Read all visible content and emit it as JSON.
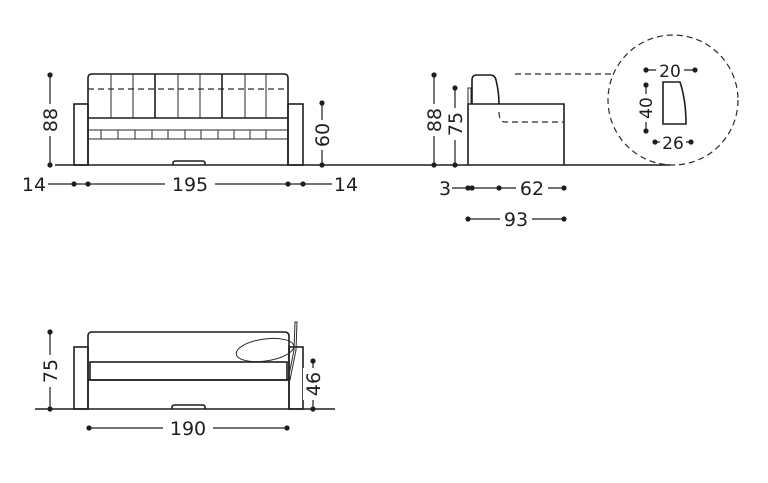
{
  "front_view": {
    "height_total": "88",
    "seat_height": "60",
    "arm_left_width": "14",
    "seat_width": "195",
    "arm_right_width": "14"
  },
  "side_view": {
    "height_total": "88",
    "height_back": "75",
    "back_thickness": "3",
    "seat_depth": "62",
    "depth_total": "93",
    "detail": {
      "top_width": "20",
      "height": "40",
      "bottom_width": "26"
    }
  },
  "bed_view": {
    "height": "75",
    "mattress_height": "46",
    "bed_length": "190"
  }
}
